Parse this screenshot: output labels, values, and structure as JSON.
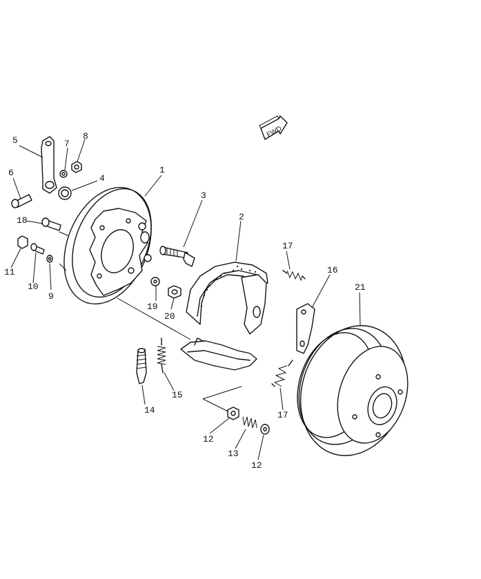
{
  "diagram": {
    "direction_badge": "FWD",
    "callouts": {
      "c1": "1",
      "c2": "2",
      "c3": "3",
      "c4": "4",
      "c5": "5",
      "c6": "6",
      "c7": "7",
      "c8": "8",
      "c9": "9",
      "c10": "10",
      "c11": "11",
      "c12a": "12",
      "c12b": "12",
      "c13": "13",
      "c14": "14",
      "c15": "15",
      "c16": "16",
      "c17a": "17",
      "c17b": "17",
      "c18": "18",
      "c19": "19",
      "c20": "20",
      "c21": "21"
    }
  }
}
